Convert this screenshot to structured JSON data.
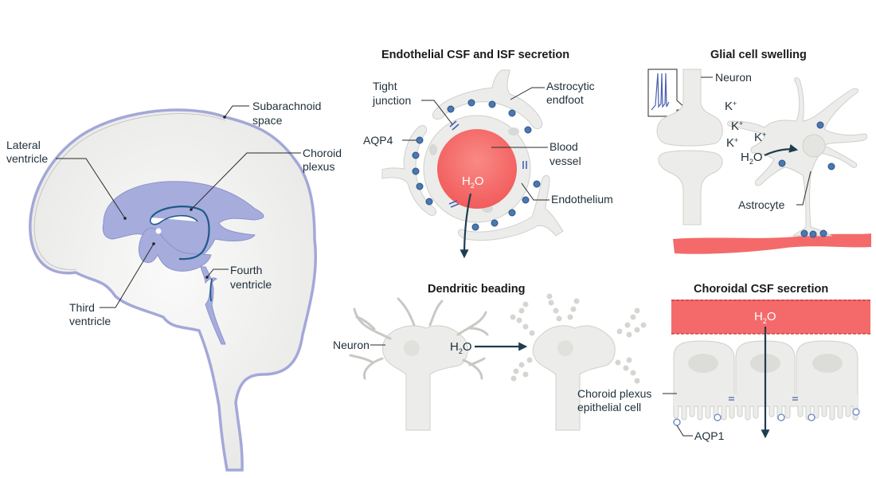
{
  "colors": {
    "ventricle": "#a6acdc",
    "ventricle_stroke": "#8d93cc",
    "choroid_plexus": "#1e5a8a",
    "brain_fill": "#f0f0ee",
    "brain_border": "#a3a8d8",
    "blood": "#f46a6a",
    "aqp": "#4a78b0",
    "arrow": "#1e3d4f",
    "cell": "#ececea"
  },
  "brain": {
    "labels": {
      "subarachnoid_1": "Subarachnoid",
      "subarachnoid_2": "space",
      "lateral_1": "Lateral",
      "lateral_2": "ventricle",
      "choroid_1": "Choroid",
      "choroid_2": "plexus",
      "fourth_1": "Fourth",
      "fourth_2": "ventricle",
      "third_1": "Third",
      "third_2": "ventricle"
    }
  },
  "endothelial": {
    "title": "Endothelial CSF and ISF secretion",
    "labels": {
      "tight_1": "Tight",
      "tight_2": "junction",
      "astro_1": "Astrocytic",
      "astro_2": "endfoot",
      "aqp4": "AQP4",
      "blood_1": "Blood",
      "blood_2": "vessel",
      "endothelium": "Endothelium",
      "h2o_main": "H",
      "h2o_sub": "2",
      "h2o_end": "O"
    }
  },
  "glial": {
    "title": "Glial cell swelling",
    "labels": {
      "neuron": "Neuron",
      "k1": "K",
      "k2": "K",
      "k3": "K",
      "k4": "K",
      "kplus": "+",
      "h2o_main": "H",
      "h2o_sub": "2",
      "h2o_end": "O",
      "astrocyte": "Astrocyte"
    }
  },
  "dendritic": {
    "title": "Dendritic beading",
    "labels": {
      "neuron": "Neuron",
      "h2o_main": "H",
      "h2o_sub": "2",
      "h2o_end": "O"
    }
  },
  "choroidal": {
    "title": "Choroidal CSF secretion",
    "labels": {
      "h2o_main": "H",
      "h2o_sub": "2",
      "h2o_end": "O",
      "epi_1": "Choroid plexus",
      "epi_2": "epithelial cell",
      "aqp1": "AQP1"
    }
  }
}
